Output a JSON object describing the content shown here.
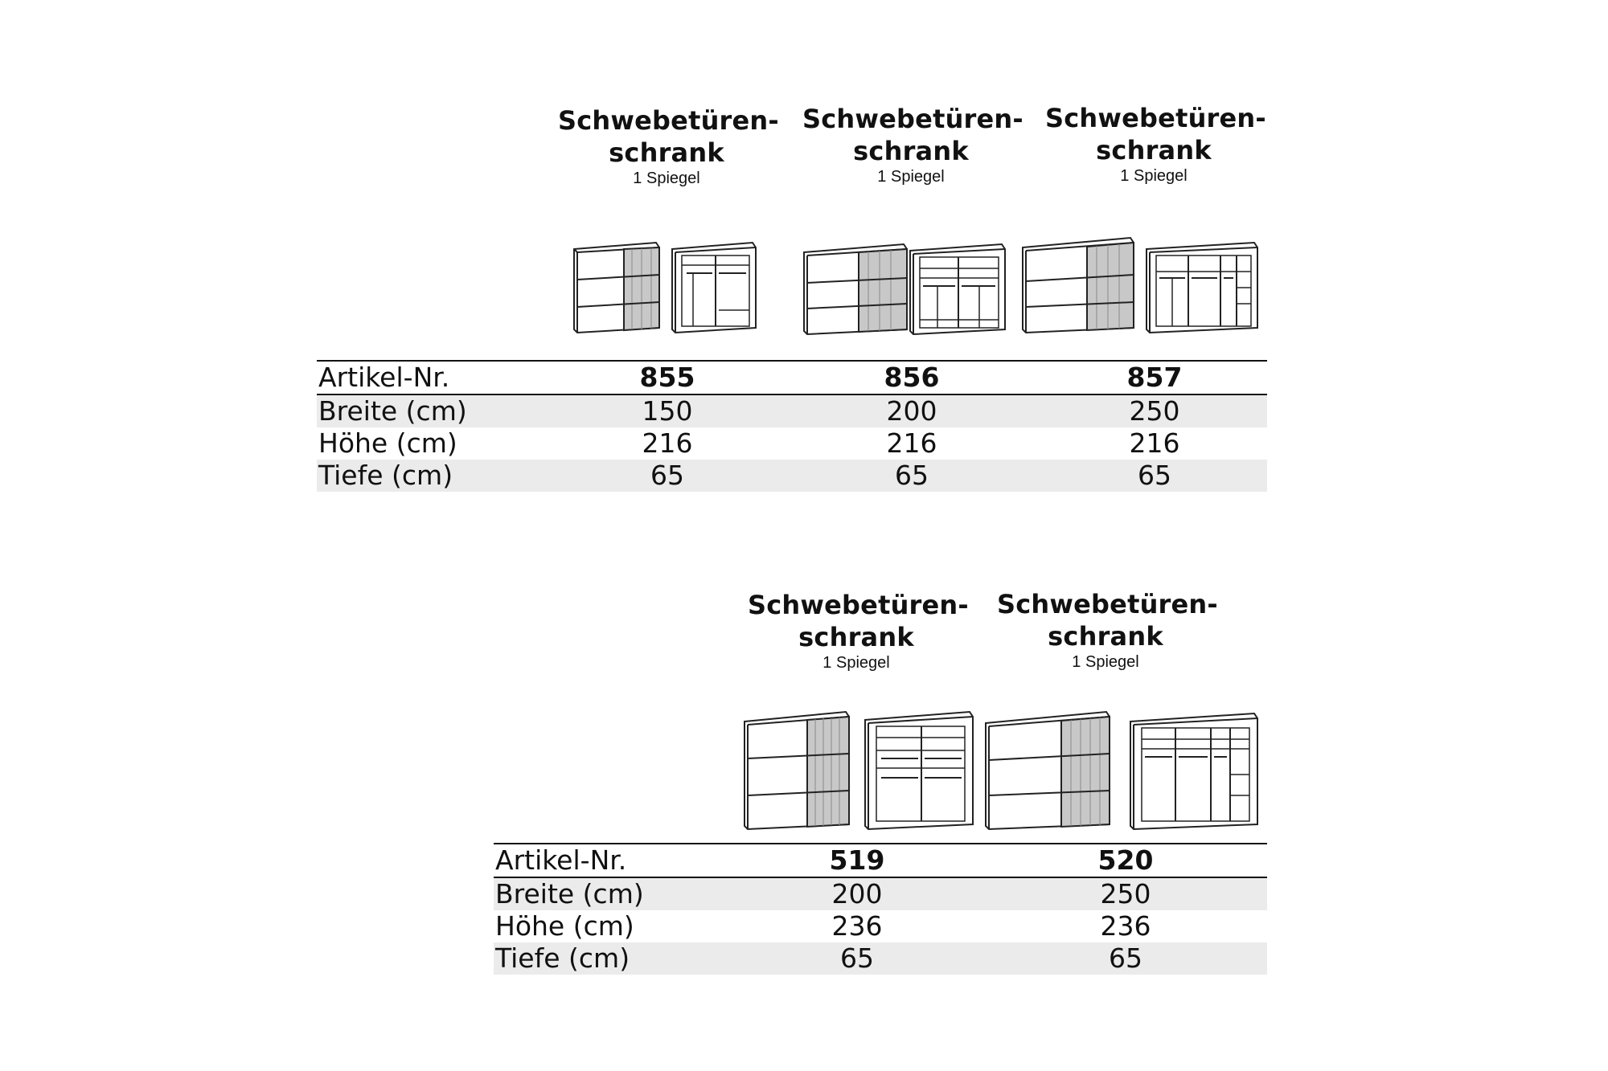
{
  "table1": {
    "products": [
      {
        "title_line1": "Schwebetüren-",
        "title_line2": "schrank",
        "subtitle": "1 Spiegel"
      },
      {
        "title_line1": "Schwebetüren-",
        "title_line2": "schrank",
        "subtitle": "1 Spiegel"
      },
      {
        "title_line1": "Schwebetüren-",
        "title_line2": "schrank",
        "subtitle": "1 Spiegel"
      }
    ],
    "rows": [
      {
        "label": "Artikel-Nr.",
        "values": [
          "855",
          "856",
          "857"
        ]
      },
      {
        "label": "Breite (cm)",
        "values": [
          "150",
          "200",
          "250"
        ]
      },
      {
        "label": "Höhe (cm)",
        "values": [
          "216",
          "216",
          "216"
        ]
      },
      {
        "label": "Tiefe (cm)",
        "values": [
          "65",
          "65",
          "65"
        ]
      }
    ]
  },
  "table2": {
    "products": [
      {
        "title_line1": "Schwebetüren-",
        "title_line2": "schrank",
        "subtitle": "1 Spiegel"
      },
      {
        "title_line1": "Schwebetüren-",
        "title_line2": "schrank",
        "subtitle": "1 Spiegel"
      }
    ],
    "rows": [
      {
        "label": "Artikel-Nr.",
        "values": [
          "519",
          "520"
        ]
      },
      {
        "label": "Breite (cm)",
        "values": [
          "200",
          "250"
        ]
      },
      {
        "label": "Höhe (cm)",
        "values": [
          "236",
          "236"
        ]
      },
      {
        "label": "Tiefe (cm)",
        "values": [
          "65",
          "65"
        ]
      }
    ]
  },
  "colors": {
    "row_shade": "#ebebeb",
    "rule": "#111111",
    "mirror": "#c8c8c8"
  }
}
